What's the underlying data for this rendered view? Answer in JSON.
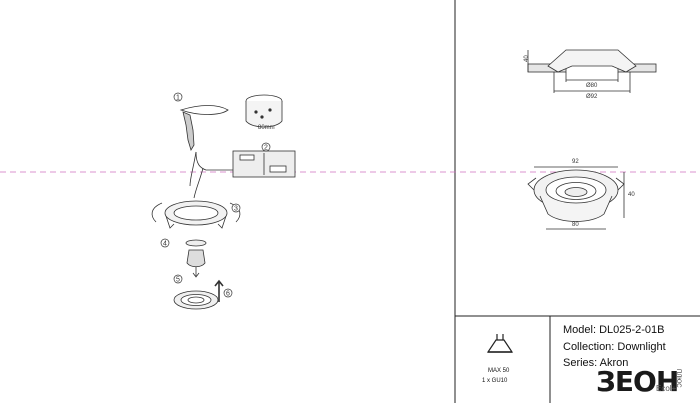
{
  "steps": {
    "s1": "1",
    "s2": "2",
    "s3": "3",
    "s4": "4",
    "s5": "5",
    "s6": "6"
  },
  "cutout_label": "80mm",
  "dimensions": {
    "top_height": "40",
    "top_inner": "Ø80",
    "top_outer": "Ø92",
    "iso_width": "92",
    "iso_height": "40",
    "iso_bottom": "80"
  },
  "product": {
    "model": "Model: DL025-2-01B",
    "collection": "Collection: Downlight",
    "series": "Series: Akron"
  },
  "specs": {
    "power": "MAX 50",
    "bulb": "1 x GU10"
  },
  "logo": {
    "main": "ЗЕОН",
    "vertical": "ПЛЮС",
    "small": "Ecol+"
  },
  "colors": {
    "line": "#333333",
    "guide": "#d070c0",
    "frame": "#222222"
  }
}
